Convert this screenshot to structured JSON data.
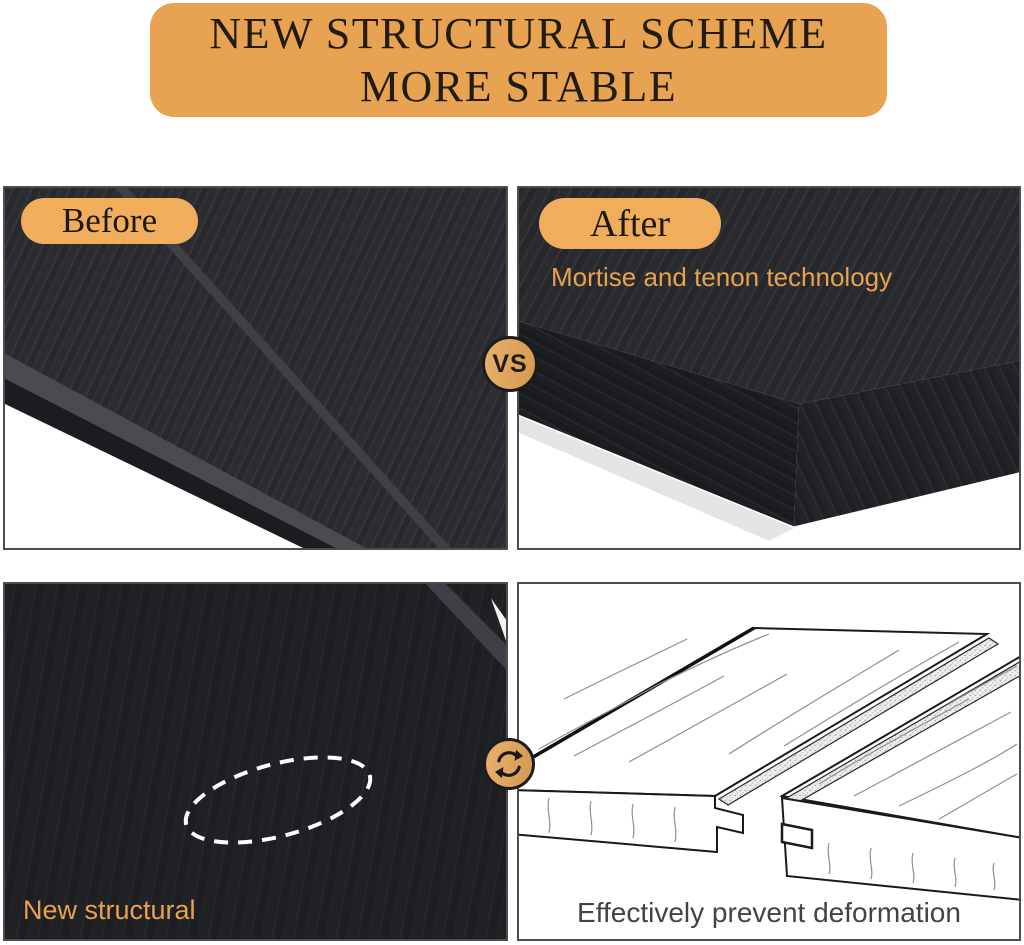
{
  "banner": {
    "line1": "NEW STRUCTURAL SCHEME",
    "line2": "MORE STABLE"
  },
  "comparison": {
    "before_label": "Before",
    "after_label": "After",
    "after_caption": "Mortise and tenon technology",
    "vs_label": "VS"
  },
  "bottom": {
    "left_caption": "New structural",
    "right_caption": "Effectively prevent deformation"
  },
  "icons": {
    "vs_badge": "VS text in orange circle",
    "cycle_arrows": "two curved arrows forming a cycle",
    "dashed_ellipse": "white dashed ellipse highlight"
  },
  "colors": {
    "banner_orange": "#e7a351",
    "pill_orange": "#f0ad5c",
    "badge_orange": "#dfa75f",
    "accent_text_orange": "#e8a24e",
    "title_text": "#211b12",
    "caption_gray": "#434343",
    "panel_border": "#4d4d4d"
  }
}
